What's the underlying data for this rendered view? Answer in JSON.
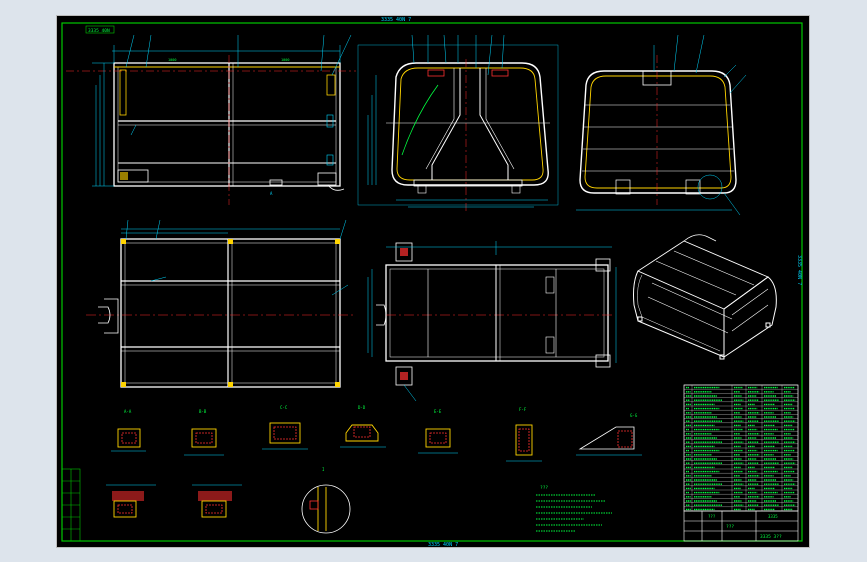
{
  "drawing": {
    "title_block": {
      "drawing_title": "???",
      "drawing_number": "3335 3??",
      "label_left": "???",
      "label_right": "3335"
    },
    "top_margin_code": "3335 40N 7",
    "bottom_margin_code": "3335 40N 7",
    "right_margin_code": "3335 40N 7",
    "top_left_tag": "3335 40N",
    "notes_heading": "???",
    "colors": {
      "frame": "#00c800",
      "outline": "#ffffff",
      "dimension": "#00d8ff",
      "center_line": "#ff2a2a",
      "weld": "#ffd400",
      "hatch": "#ff3030",
      "text": "#00ff40"
    }
  }
}
